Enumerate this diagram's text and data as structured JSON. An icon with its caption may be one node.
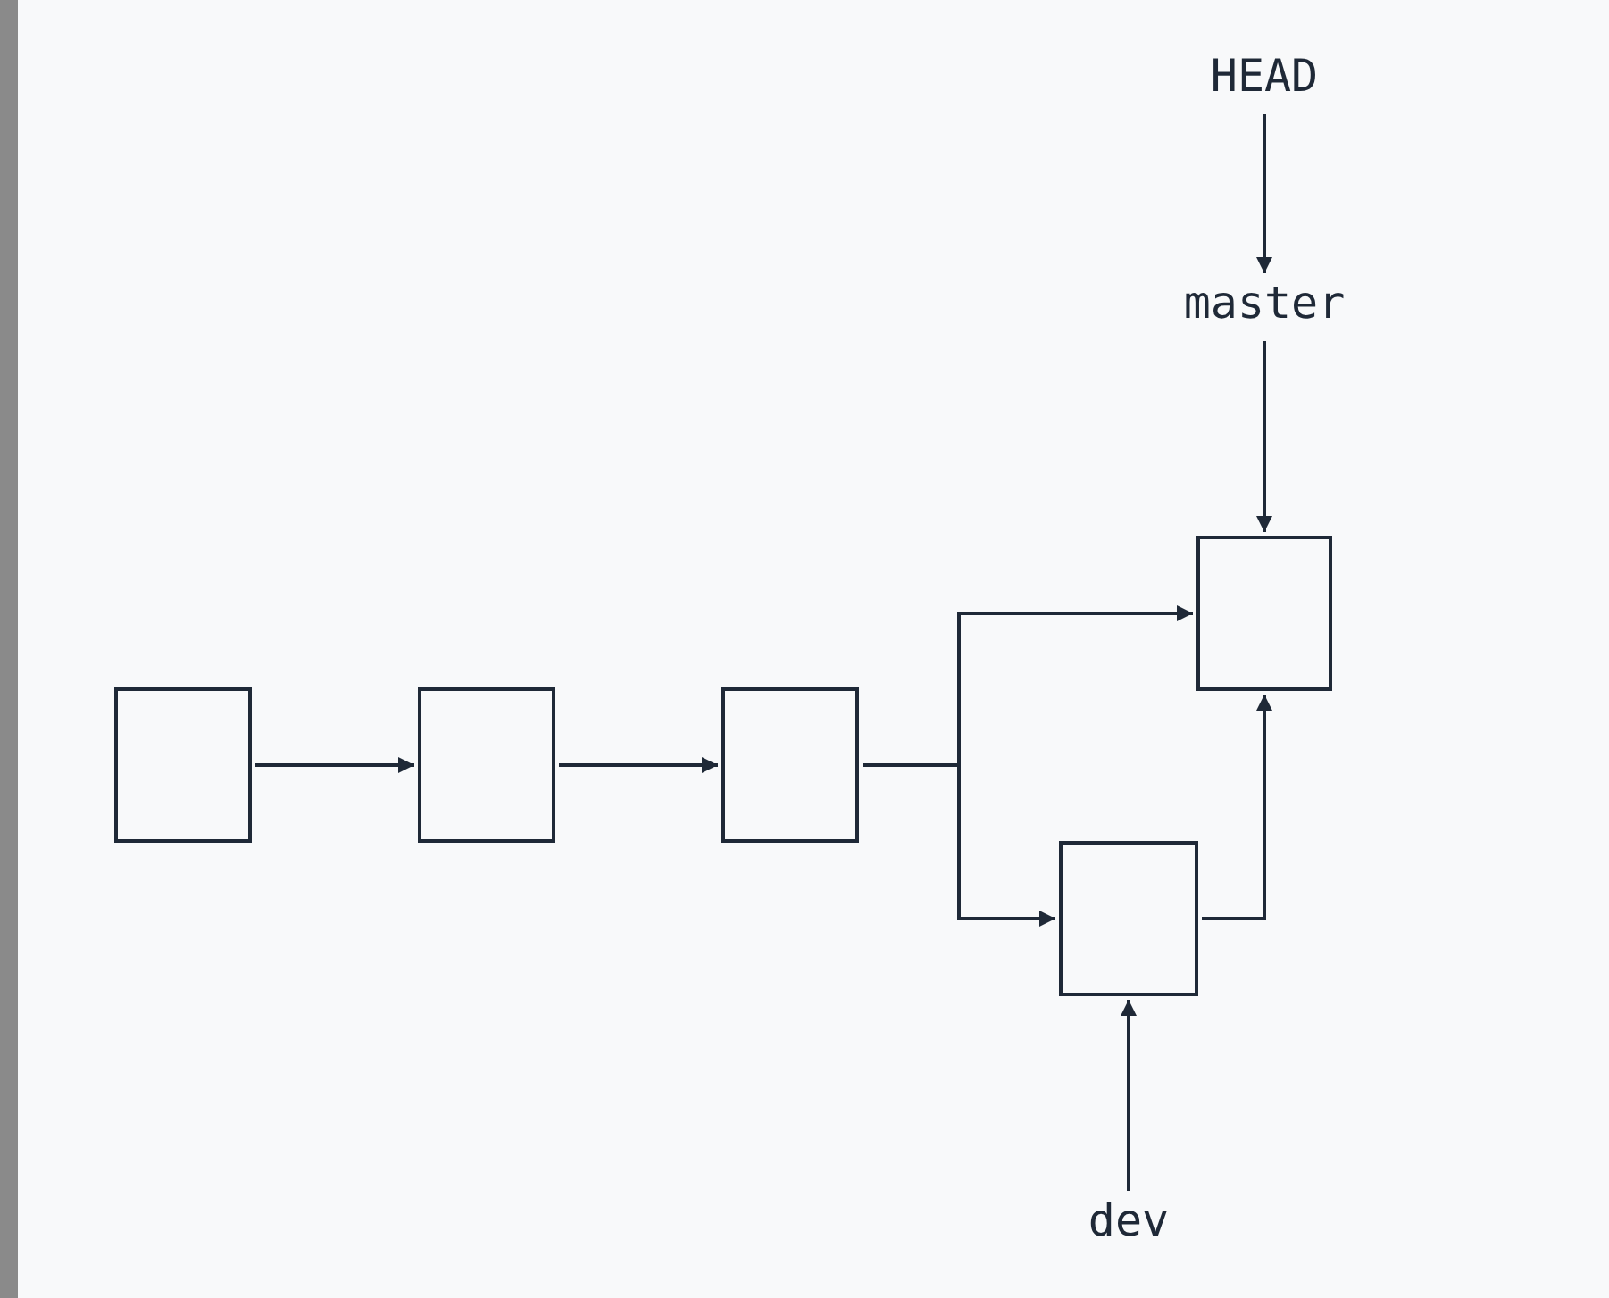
{
  "diagram": {
    "nodes": [
      {
        "text": [
          "HEAD"
        ]
      },
      {
        "text": [
          "master"
        ]
      },
      {
        "text": [],
        "shape": "box"
      },
      {
        "text": [],
        "shape": "box"
      },
      {
        "text": [],
        "shape": "box"
      },
      {
        "text": [],
        "shape": "box"
      },
      {
        "text": [],
        "shape": "box"
      },
      {
        "text": [
          "dev"
        ]
      }
    ],
    "edges": [
      {
        "from": 0,
        "to": 1,
        "arrow": "to"
      },
      {
        "from": 1,
        "to": 2,
        "arrow": "to"
      },
      {
        "from": 3,
        "to": 4,
        "arrow": "to"
      },
      {
        "from": 4,
        "to": 5,
        "arrow": "to"
      },
      {
        "from": 5,
        "to": 2,
        "arrow": "to"
      },
      {
        "from": 5,
        "to": 6,
        "arrow": "to"
      },
      {
        "from": 6,
        "to": 2,
        "arrow": "to"
      },
      {
        "from": 7,
        "to": 6,
        "arrow": "to"
      }
    ]
  }
}
